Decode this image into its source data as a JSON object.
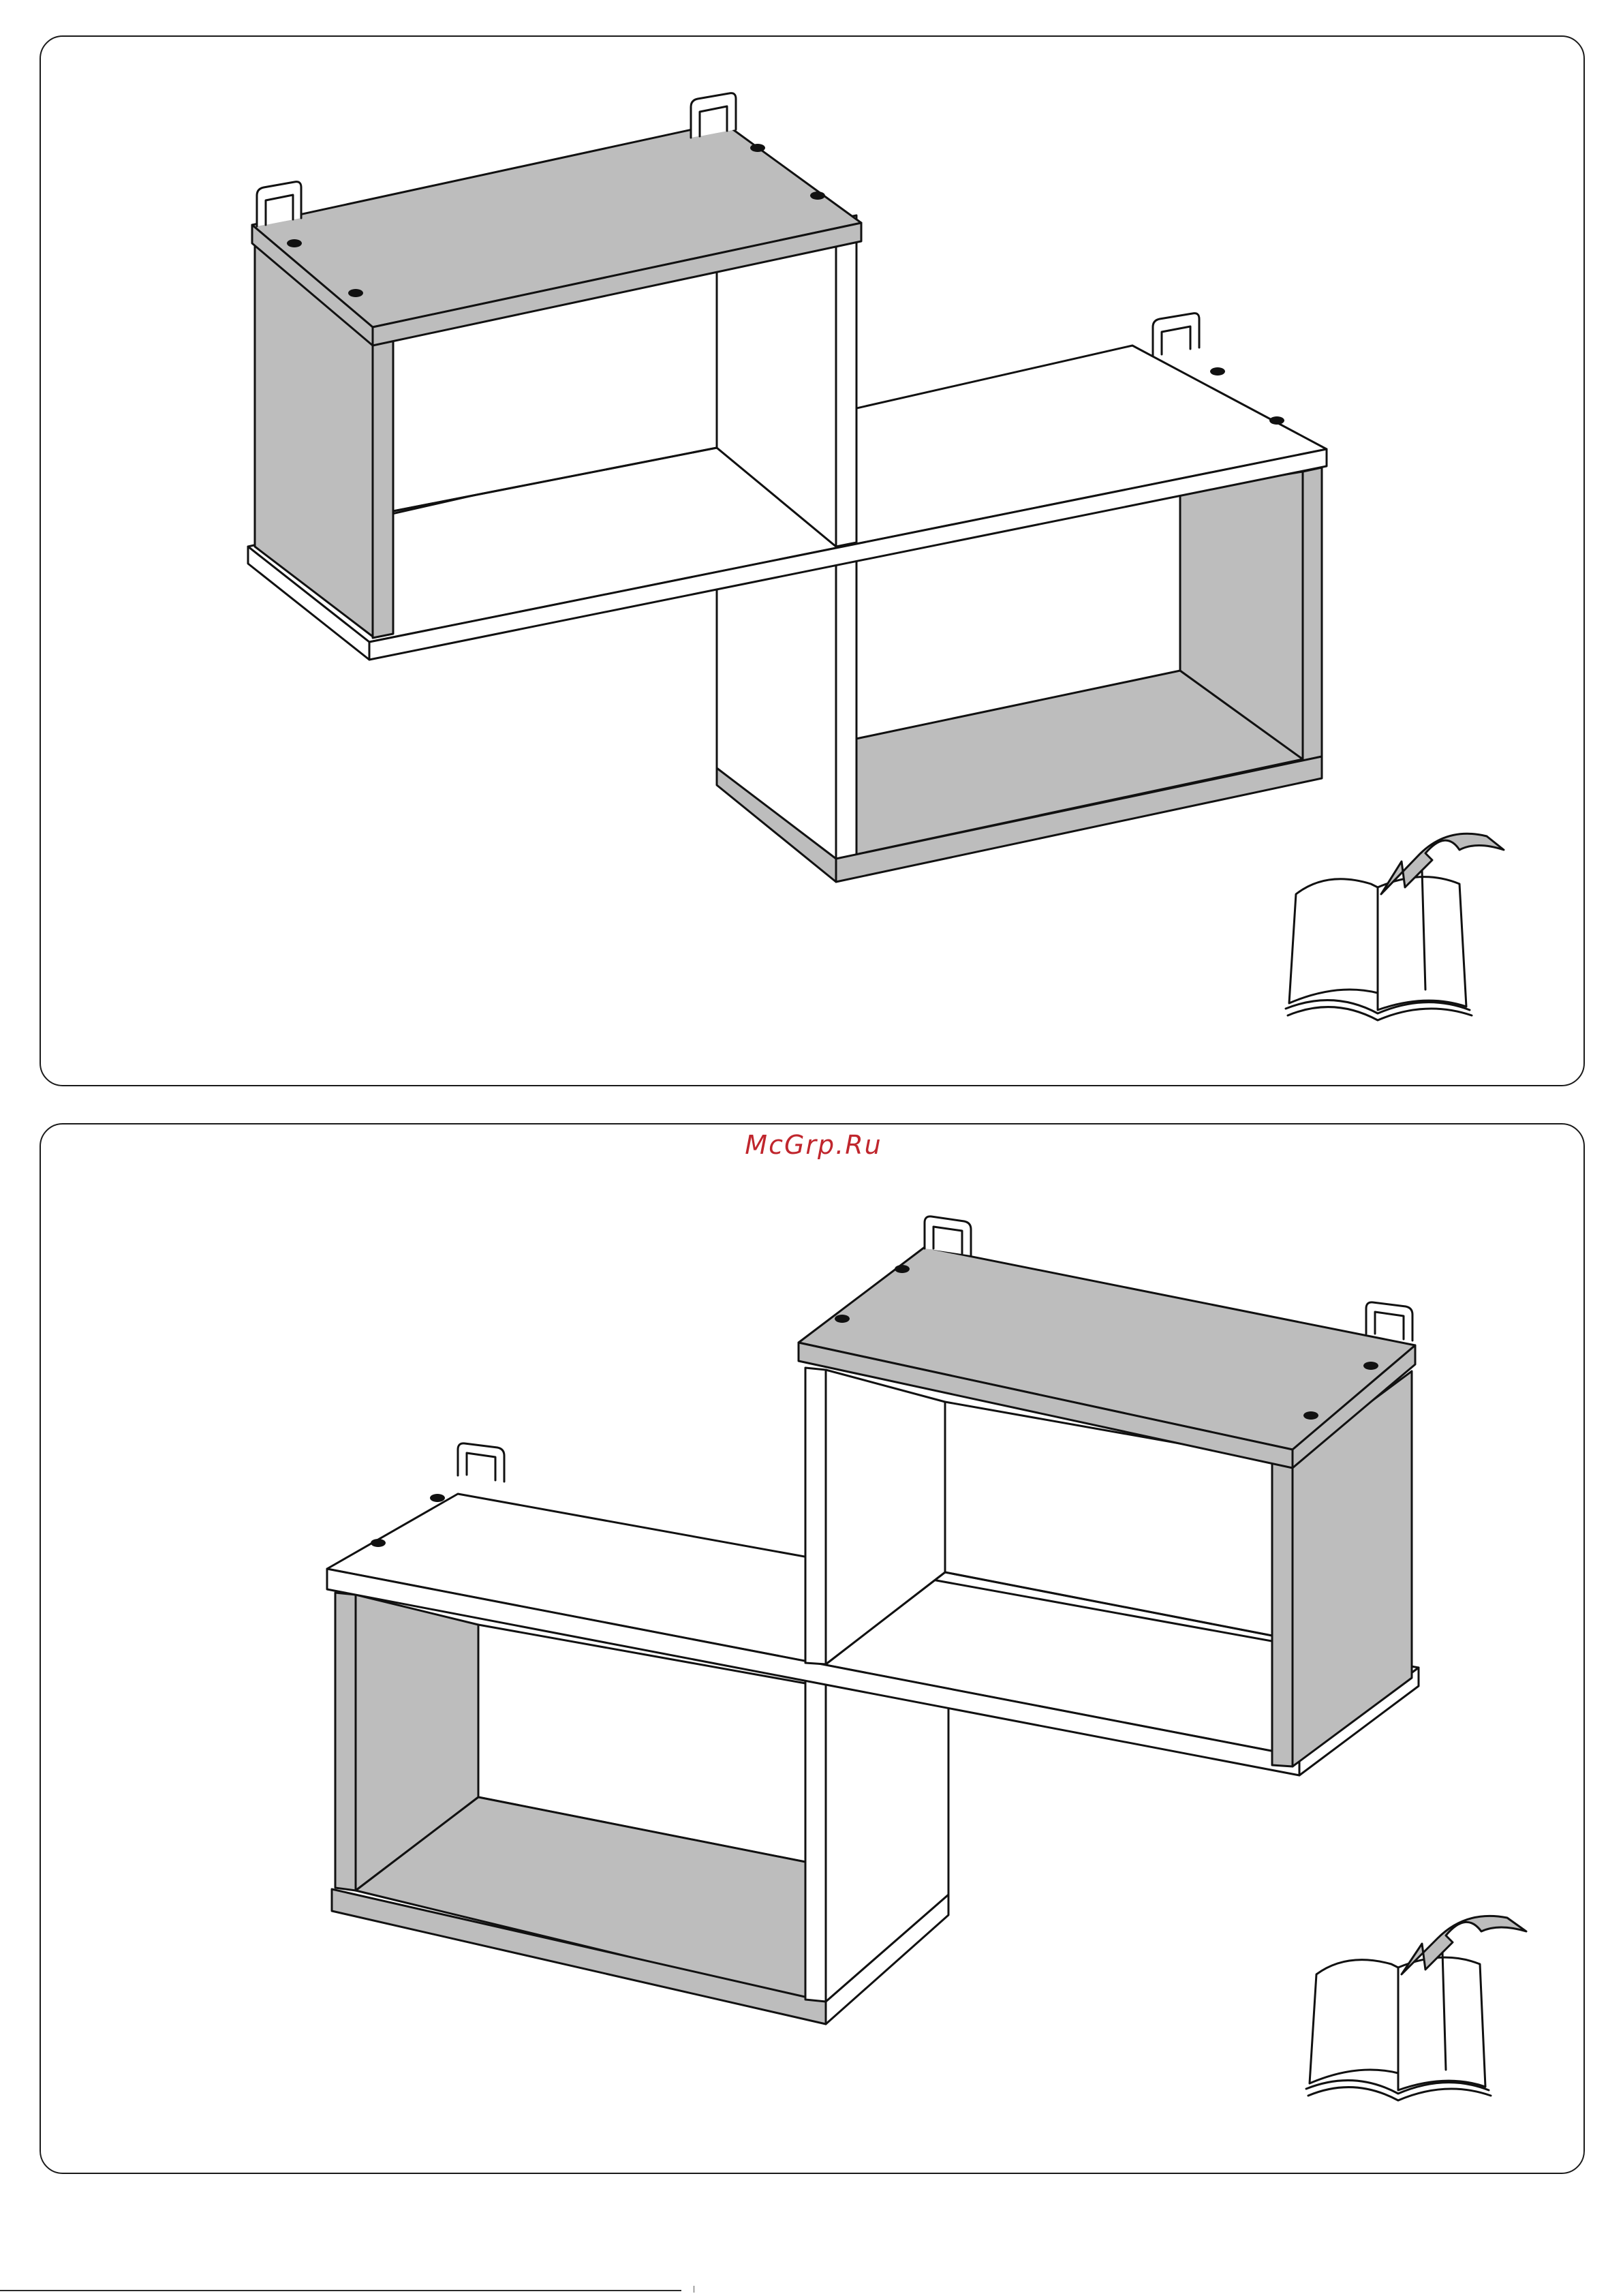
{
  "watermark": {
    "text": "McGrp.Ru",
    "color": "#c0262d"
  },
  "colors": {
    "panel_fill": "#bdbdbd",
    "line": "#111111",
    "paper": "#ffffff"
  },
  "panels": [
    {
      "id": "top",
      "shows": "shelf-assembly",
      "icon": "open-book-with-page-turn-arrow-icon"
    },
    {
      "id": "bottom",
      "shows": "shelf-assembly-mirrored",
      "icon": "open-book-with-page-turn-arrow-icon"
    }
  ]
}
